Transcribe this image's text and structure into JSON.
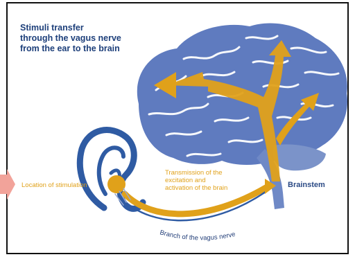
{
  "title_lines": [
    "Stimuli transfer",
    "through the vagus nerve",
    "from the ear to the brain"
  ],
  "labels": {
    "stimulation": "Location of stimulation",
    "transmission_lines": [
      "Transmission of the",
      "excitation and",
      "activation of the brain"
    ],
    "brainstem": "Brainstem",
    "vagus_branch": "Branch of the vagus nerve"
  },
  "colors": {
    "brain": "#5f7bbf",
    "brain_dark": "#3d5a9c",
    "arrow": "#e0a11a",
    "ear": "#2f5ba3",
    "title": "#1d3f7a",
    "pointer": "#f2a39a"
  },
  "icons": {
    "pointer": "arrow-pointer-icon"
  }
}
